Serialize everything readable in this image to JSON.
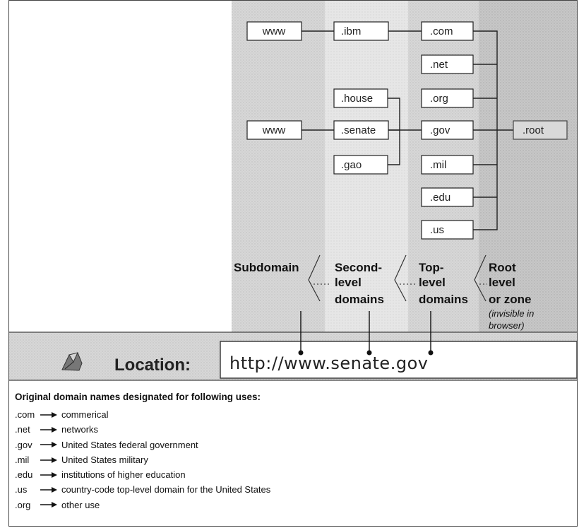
{
  "diagram": {
    "subdomain_boxes": [
      "www",
      "www"
    ],
    "second_level_boxes": [
      ".ibm",
      ".house",
      ".senate",
      ".gao"
    ],
    "top_level_boxes": [
      ".com",
      ".net",
      ".org",
      ".gov",
      ".mil",
      ".edu",
      ".us"
    ],
    "root_box": ".root",
    "column_labels": {
      "subdomain": "Subdomain",
      "second_level": [
        "Second-",
        "level",
        "domains"
      ],
      "top_level": [
        "Top-",
        "level",
        "domains"
      ],
      "root": [
        "Root",
        "level",
        "or zone"
      ],
      "root_note": [
        "(invisible in",
        "browser)"
      ]
    }
  },
  "location_bar": {
    "label": "Location:",
    "url": "http://www.senate.gov"
  },
  "legend": {
    "title": "Original domain names designated for following uses:",
    "items": [
      {
        "code": ".com",
        "description": "commerical"
      },
      {
        "code": ".net",
        "description": "networks"
      },
      {
        "code": ".gov",
        "description": "United States federal government"
      },
      {
        "code": ".mil",
        "description": "United States military"
      },
      {
        "code": ".edu",
        "description": "institutions of higher education"
      },
      {
        "code": ".us",
        "description": "country-code top-level domain for the United States"
      },
      {
        "code": ".org",
        "description": "other use"
      }
    ]
  }
}
